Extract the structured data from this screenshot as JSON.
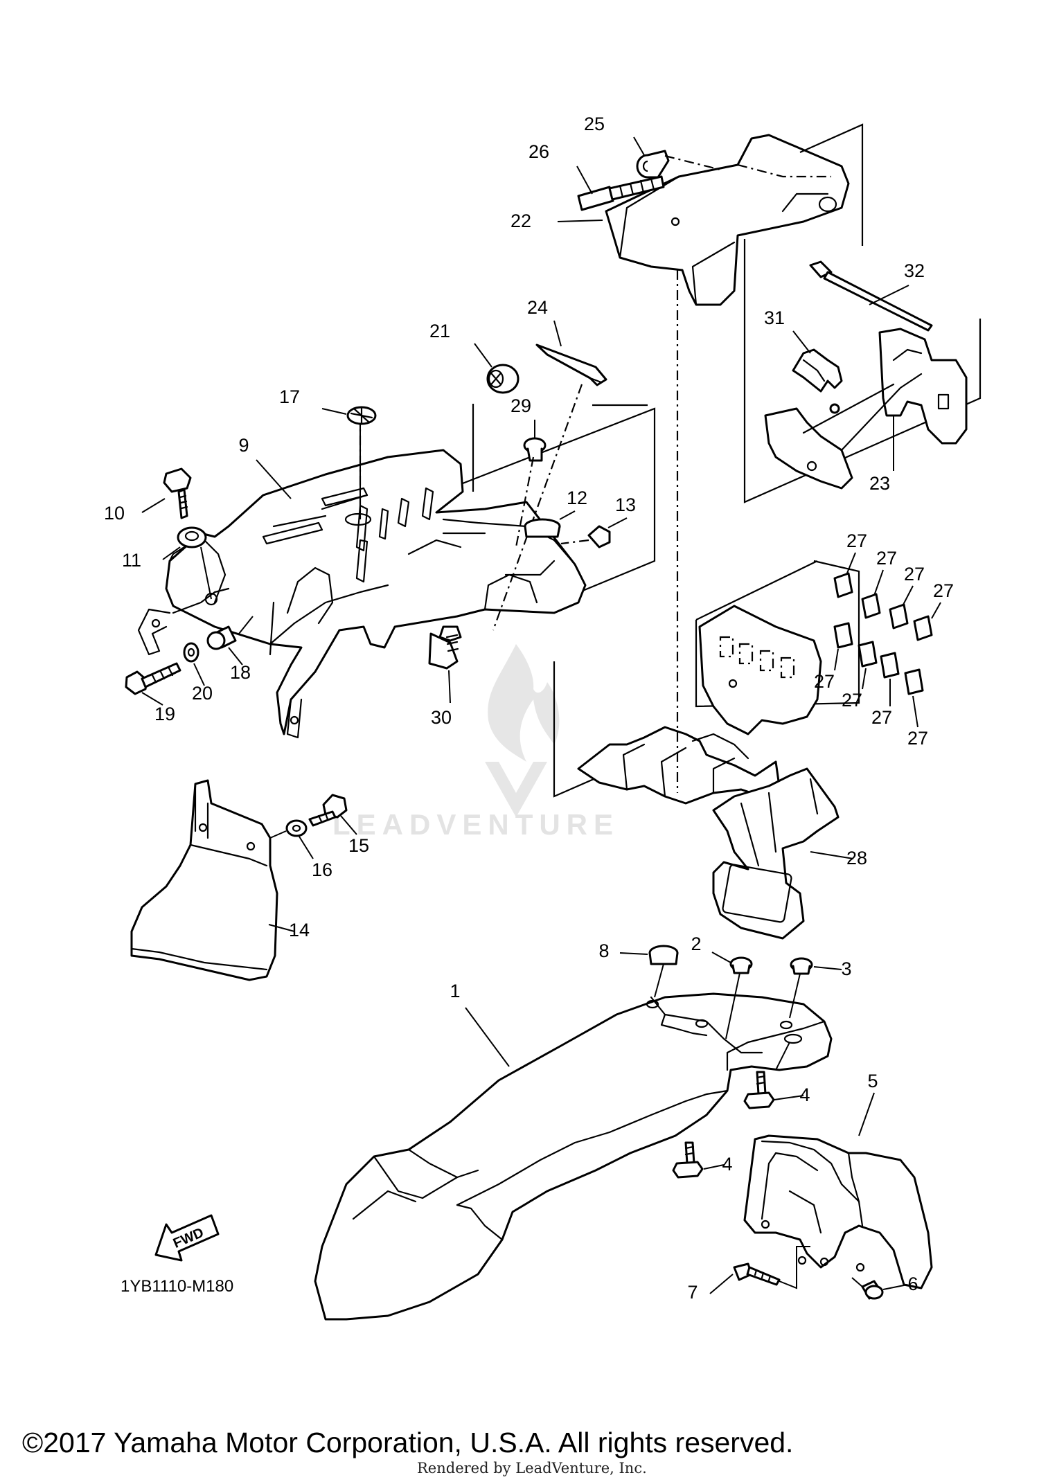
{
  "diagram": {
    "part_code": "1YB1110-M180",
    "fwd_label": "FWD",
    "watermark": "LEADVENTURE",
    "copyright": "©2017 Yamaha Motor Corporation, U.S.A. All rights reserved.",
    "rendered_by": "Rendered by LeadVenture, Inc.",
    "callouts": [
      {
        "id": "c25",
        "number": "25"
      },
      {
        "id": "c26",
        "number": "26"
      },
      {
        "id": "c22",
        "number": "22"
      },
      {
        "id": "c32",
        "number": "32"
      },
      {
        "id": "c24",
        "number": "24"
      },
      {
        "id": "c21",
        "number": "21"
      },
      {
        "id": "c31",
        "number": "31"
      },
      {
        "id": "c17",
        "number": "17"
      },
      {
        "id": "c29",
        "number": "29"
      },
      {
        "id": "c9",
        "number": "9"
      },
      {
        "id": "c23",
        "number": "23"
      },
      {
        "id": "c10",
        "number": "10"
      },
      {
        "id": "c12",
        "number": "12"
      },
      {
        "id": "c13",
        "number": "13"
      },
      {
        "id": "c11",
        "number": "11"
      },
      {
        "id": "c27a",
        "number": "27"
      },
      {
        "id": "c27b",
        "number": "27"
      },
      {
        "id": "c27c",
        "number": "27"
      },
      {
        "id": "c27d",
        "number": "27"
      },
      {
        "id": "c18",
        "number": "18"
      },
      {
        "id": "c20",
        "number": "20"
      },
      {
        "id": "c19",
        "number": "19"
      },
      {
        "id": "c30",
        "number": "30"
      },
      {
        "id": "c27e",
        "number": "27"
      },
      {
        "id": "c27f",
        "number": "27"
      },
      {
        "id": "c27g",
        "number": "27"
      },
      {
        "id": "c27h",
        "number": "27"
      },
      {
        "id": "c15",
        "number": "15"
      },
      {
        "id": "c16",
        "number": "16"
      },
      {
        "id": "c28",
        "number": "28"
      },
      {
        "id": "c14",
        "number": "14"
      },
      {
        "id": "c8",
        "number": "8"
      },
      {
        "id": "c2",
        "number": "2"
      },
      {
        "id": "c3",
        "number": "3"
      },
      {
        "id": "c1",
        "number": "1"
      },
      {
        "id": "c4a",
        "number": "4"
      },
      {
        "id": "c5",
        "number": "5"
      },
      {
        "id": "c4b",
        "number": "4"
      },
      {
        "id": "c6",
        "number": "6"
      },
      {
        "id": "c7",
        "number": "7"
      }
    ]
  }
}
